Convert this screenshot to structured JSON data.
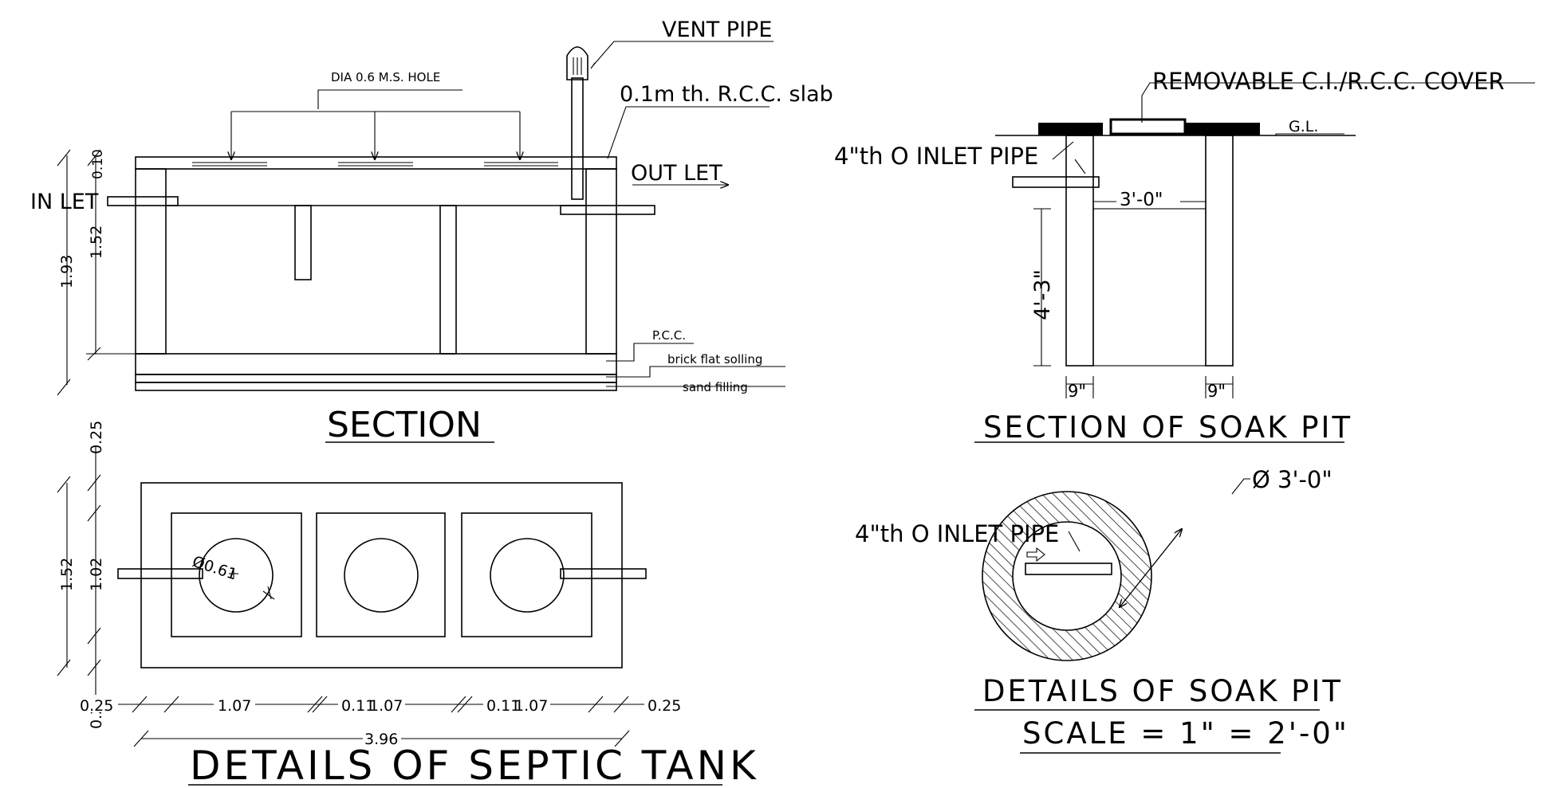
{
  "section": {
    "title": "SECTION",
    "vent_pipe": "VENT PIPE",
    "ms_hole": "DIA 0.6 M.S. HOLE",
    "rcc_slab": "0.1m th. R.C.C. slab",
    "outlet": "OUT LET",
    "inlet": "IN LET",
    "pcc": "P.C.C.",
    "brick_soling": "brick flat solling",
    "sand_filling": "sand filling",
    "dim_total": "1.93",
    "dim_depth": "1.52",
    "dim_slab": "0.10"
  },
  "plan": {
    "title": "DETAILS OF SEPTIC TANK",
    "dim_w_total": "1.52",
    "dim_w_inner": "1.02",
    "dim_w_wall_top": "0.25",
    "dim_w_wall_bot": "0.25",
    "dim_l_wall_left": "0.25",
    "dim_l_ch1": "1.07",
    "dim_l_part1": "0.11",
    "dim_l_ch2": "1.07",
    "dim_l_part2": "0.11",
    "dim_l_ch3": "1.07",
    "dim_l_wall_right": "0.25",
    "dim_l_total": "3.96",
    "hole_dia": "Ø0.61"
  },
  "soak_section": {
    "title": "SECTION OF SOAK PIT",
    "cover": "REMOVABLE C.I./R.C.C. COVER",
    "gl": "G.L.",
    "inlet_pipe": "4\"th O INLET PIPE",
    "inner_dim": "3'-0\"",
    "depth_dim": "4'-3\"",
    "wall_left": "9\"",
    "wall_right": "9\""
  },
  "soak_plan": {
    "title": "DETAILS OF SOAK PIT",
    "scale": "SCALE = 1\" = 2'-0\"",
    "diameter": "Ø 3'-0\"",
    "inlet_pipe": "4\"th O INLET PIPE"
  }
}
